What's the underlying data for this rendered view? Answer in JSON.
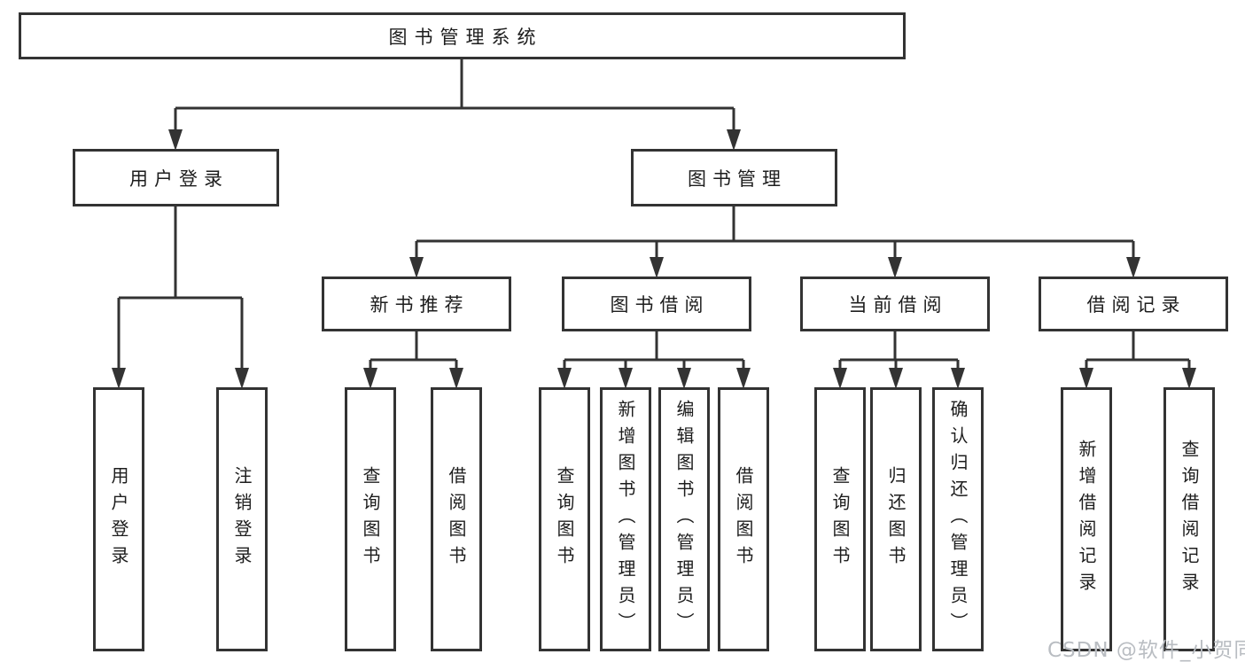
{
  "diagram_title": "图书管理系统",
  "watermark": "CSDN @软件_小贺同学",
  "colors": {
    "line": "#333333",
    "text": "#1d1d1d",
    "background": "#ffffff",
    "watermark": "#b9bdc2"
  },
  "tree": {
    "root": {
      "label": "图书管理系统",
      "children": [
        {
          "label": "用户登录",
          "children": [
            {
              "label": "用户登录"
            },
            {
              "label": "注销登录"
            }
          ]
        },
        {
          "label": "图书管理",
          "children": [
            {
              "label": "新书推荐",
              "children": [
                {
                  "label": "查询图书"
                },
                {
                  "label": "借阅图书"
                }
              ]
            },
            {
              "label": "图书借阅",
              "children": [
                {
                  "label": "查询图书"
                },
                {
                  "label": "新增图书（管理员）"
                },
                {
                  "label": "编辑图书（管理员）"
                },
                {
                  "label": "借阅图书"
                }
              ]
            },
            {
              "label": "当前借阅",
              "children": [
                {
                  "label": "查询图书"
                },
                {
                  "label": "归还图书"
                },
                {
                  "label": "确认归还（管理员）"
                }
              ]
            },
            {
              "label": "借阅记录",
              "children": [
                {
                  "label": "新增借阅记录"
                },
                {
                  "label": "查询借阅记录"
                }
              ]
            }
          ]
        }
      ]
    }
  }
}
